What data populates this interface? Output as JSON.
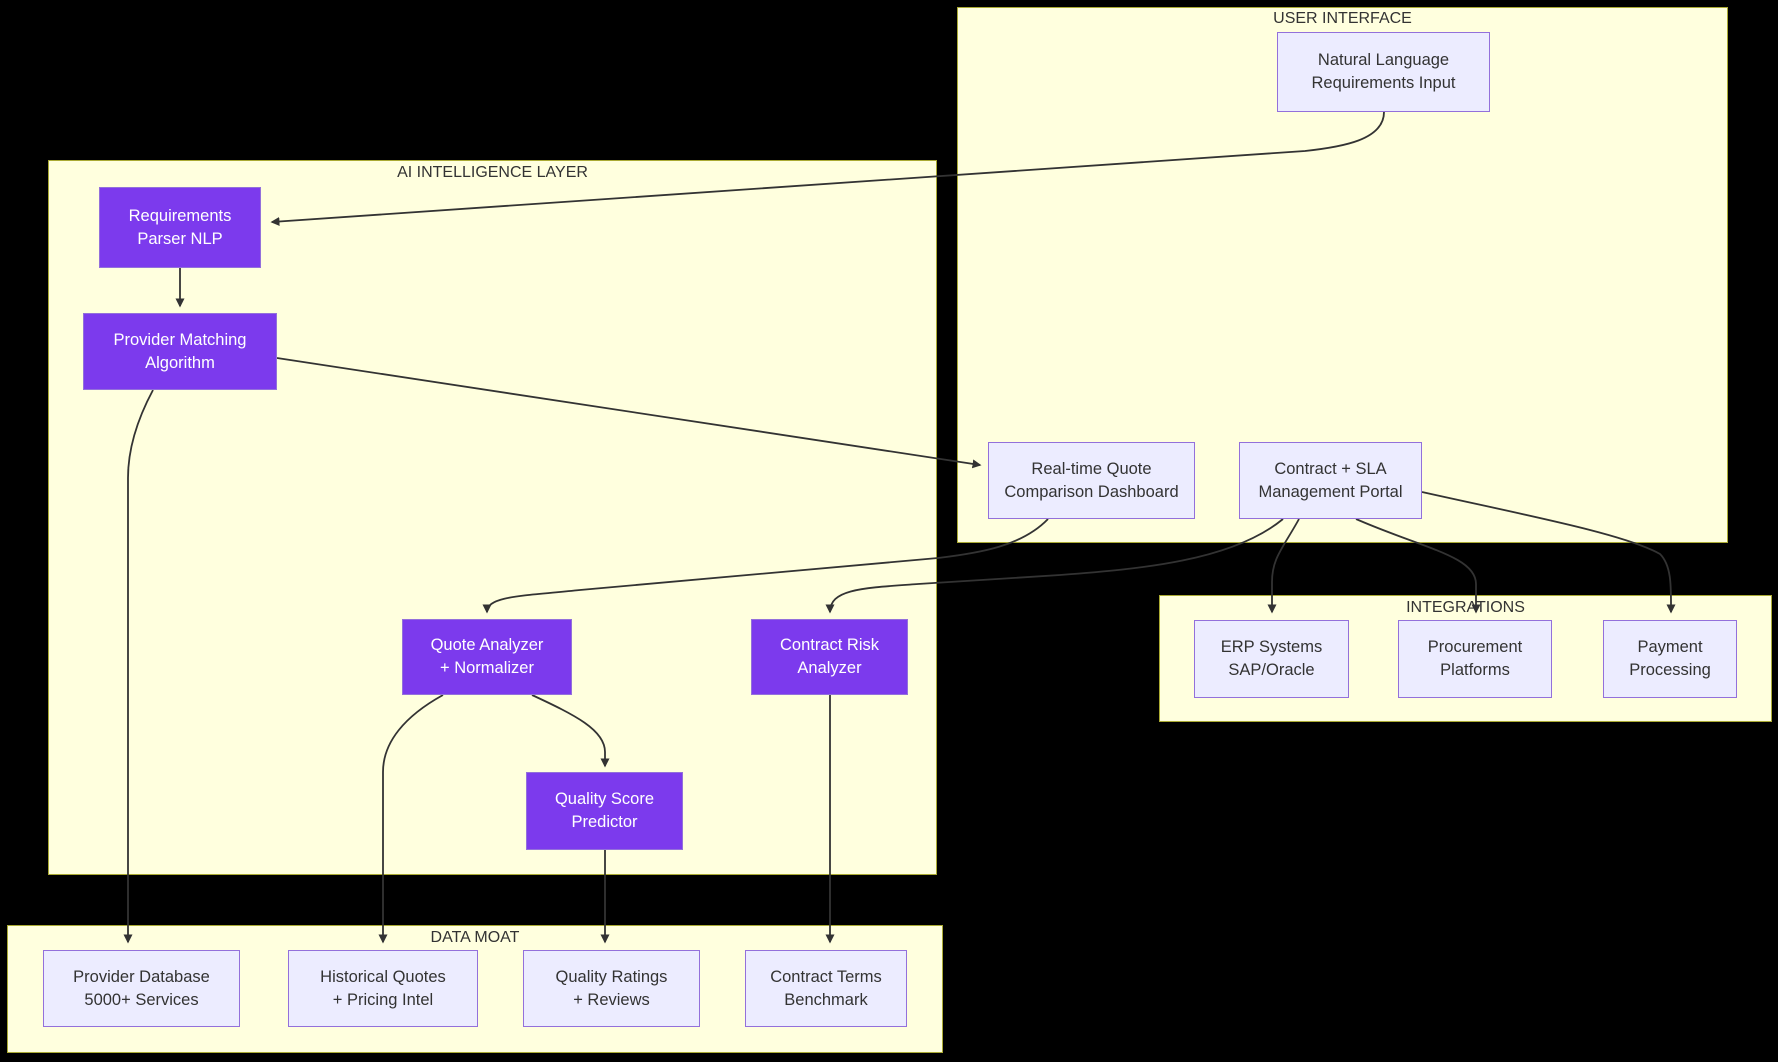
{
  "diagram": {
    "type": "flowchart",
    "background": "#000000",
    "colors": {
      "container_fill": "#FFFFDE",
      "container_border": "#AAAA33",
      "node_fill": "#ECECFF",
      "node_border": "#9370DB",
      "accent_node_fill": "#7C3AED",
      "accent_node_text": "#FFFFFF",
      "node_text": "#333333",
      "edge_color": "#333333"
    },
    "containers": {
      "user_interface": {
        "title": "USER INTERFACE"
      },
      "ai_layer": {
        "title": "AI INTELLIGENCE LAYER"
      },
      "integrations": {
        "title": "INTEGRATIONS"
      },
      "data_moat": {
        "title": "DATA MOAT"
      }
    },
    "nodes": {
      "nl_input": {
        "line1": "Natural Language",
        "line2": "Requirements Input"
      },
      "req_parser": {
        "line1": "Requirements",
        "line2": "Parser NLP"
      },
      "provider_matching": {
        "line1": "Provider Matching",
        "line2": "Algorithm"
      },
      "dashboard": {
        "line1": "Real-time Quote",
        "line2": "Comparison Dashboard"
      },
      "portal": {
        "line1": "Contract + SLA",
        "line2": "Management Portal"
      },
      "quote_analyzer": {
        "line1": "Quote Analyzer",
        "line2": "+ Normalizer"
      },
      "contract_risk": {
        "line1": "Contract Risk",
        "line2": "Analyzer"
      },
      "quality_score": {
        "line1": "Quality Score",
        "line2": "Predictor"
      },
      "erp": {
        "line1": "ERP Systems",
        "line2": "SAP/Oracle"
      },
      "procurement": {
        "line1": "Procurement",
        "line2": "Platforms"
      },
      "payment": {
        "line1": "Payment",
        "line2": "Processing"
      },
      "provider_db": {
        "line1": "Provider Database",
        "line2": "5000+ Services"
      },
      "historical": {
        "line1": "Historical Quotes",
        "line2": "+ Pricing Intel"
      },
      "quality_ratings": {
        "line1": "Quality Ratings",
        "line2": "+ Reviews"
      },
      "contract_terms": {
        "line1": "Contract Terms",
        "line2": "Benchmark"
      }
    },
    "edges": [
      {
        "from": "nl_input",
        "to": "req_parser"
      },
      {
        "from": "req_parser",
        "to": "provider_matching"
      },
      {
        "from": "provider_matching",
        "to": "dashboard"
      },
      {
        "from": "provider_matching",
        "to": "provider_db"
      },
      {
        "from": "dashboard",
        "to": "quote_analyzer"
      },
      {
        "from": "portal",
        "to": "contract_risk"
      },
      {
        "from": "quote_analyzer",
        "to": "quality_score"
      },
      {
        "from": "quote_analyzer",
        "to": "historical"
      },
      {
        "from": "quality_score",
        "to": "quality_ratings"
      },
      {
        "from": "contract_risk",
        "to": "contract_terms"
      },
      {
        "from": "portal",
        "to": "erp"
      },
      {
        "from": "portal",
        "to": "procurement"
      },
      {
        "from": "portal",
        "to": "payment"
      }
    ]
  }
}
